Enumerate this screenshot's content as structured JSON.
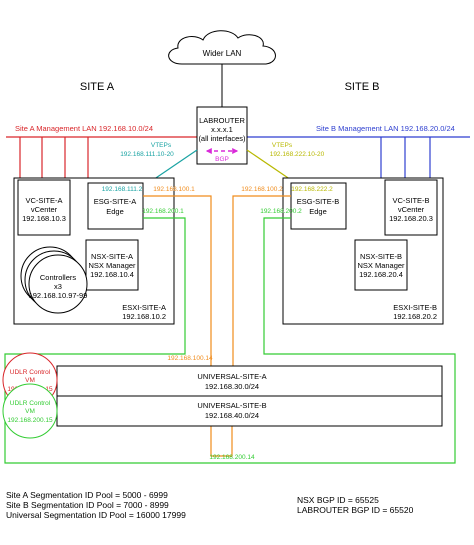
{
  "cloud": {
    "label": "Wider LAN"
  },
  "sites": {
    "a": "SITE A",
    "b": "SITE B"
  },
  "router": {
    "name": "LABROUTER",
    "ip": "x.x.x.1",
    "note": "(all interfaces)",
    "bgp": "BGP"
  },
  "mgmt_lans": {
    "a": "Site A Management LAN 192.168.10.0/24",
    "b": "Site B Management LAN 192.168.20.0/24"
  },
  "vteps": {
    "a": {
      "label": "VTEPs",
      "range": "192.168.111.10-20"
    },
    "b": {
      "label": "VTEPs",
      "range": "192.168.222.10-20"
    }
  },
  "links": {
    "a_transit": "192.168.100.1",
    "b_transit": "192.168.100.2",
    "esg_a_vtep": "192.168.111.2",
    "esg_b_vtep": "192.168.222.2",
    "esg_a_uplink": "192.168.200.1",
    "esg_b_uplink": "192.168.200.2",
    "udlr_site_a": "192.168.100.14",
    "udlr_site_b": "192.168.200.14"
  },
  "nodes": {
    "vc_a": {
      "name": "VC-SITE-A",
      "role": "vCenter",
      "ip": "192.168.10.3"
    },
    "esg_a": {
      "name": "ESG-SITE-A",
      "role": "Edge"
    },
    "nsx_a": {
      "name": "NSX-SITE-A",
      "role": "NSX Manager",
      "ip": "192.168.10.4"
    },
    "controllers": {
      "name": "Controllers",
      "count": "x3",
      "ip": "192.168.10.97-99"
    },
    "esxi_a": {
      "name": "ESXI-SITE-A",
      "ip": "192.168.10.2"
    },
    "vc_b": {
      "name": "VC-SITE-B",
      "role": "vCenter",
      "ip": "192.168.20.3"
    },
    "esg_b": {
      "name": "ESG-SITE-B",
      "role": "Edge"
    },
    "nsx_b": {
      "name": "NSX-SITE-B",
      "role": "NSX Manager",
      "ip": "192.168.20.4"
    },
    "esxi_b": {
      "name": "ESXI-SITE-B",
      "ip": "192.168.20.2"
    }
  },
  "udlr": {
    "a": {
      "title": "UDLR Control",
      "vm": "VM",
      "ip": "192.168.100.15"
    },
    "b": {
      "title": "UDLR Control",
      "vm": "VM",
      "ip": "192.168.200.15"
    }
  },
  "universal": {
    "a": {
      "name": "UNIVERSAL-SITE-A",
      "net": "192.168.30.0/24"
    },
    "b": {
      "name": "UNIVERSAL-SITE-B",
      "net": "192.168.40.0/24"
    }
  },
  "notes": {
    "pool_a": "Site A Segmentation ID Pool = 5000 - 6999",
    "pool_b": "Site B Segmentation ID Pool = 7000 - 8999",
    "pool_u": "Universal Segmentation ID Pool = 16000 17999",
    "nsx_bgp": "NSX BGP ID = 65525",
    "router_bgp": "LABROUTER BGP ID = 65520"
  },
  "colors": {
    "mgmt_a": "#d9262a",
    "mgmt_b": "#2e3fd0",
    "vtep_a": "#1aa3a3",
    "vtep_b": "#b8b800",
    "transit": "#f08c1c",
    "uplink": "#33cc33",
    "bgp": "#d92ad9"
  }
}
